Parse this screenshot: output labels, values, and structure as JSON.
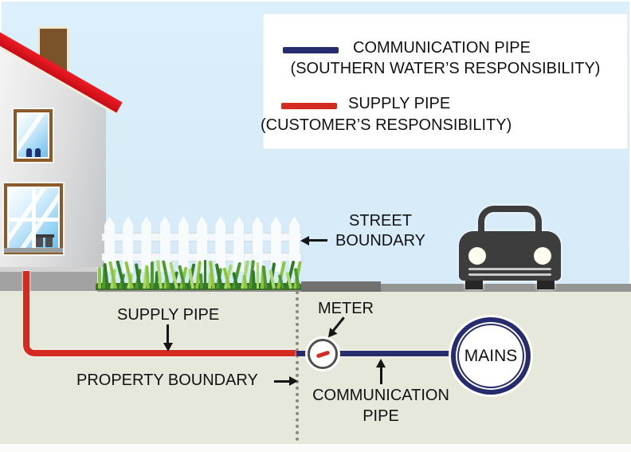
{
  "legend": {
    "items": [
      {
        "id": "communication-pipe",
        "swatch_color": "#272c6f",
        "title": "COMMUNICATION PIPE",
        "subtitle": "(SOUTHERN WATER’S RESPONSIBILITY)"
      },
      {
        "id": "supply-pipe",
        "swatch_color": "#d42a1f",
        "title": "SUPPLY PIPE",
        "subtitle": "(CUSTOMER’S RESPONSIBILITY)"
      }
    ]
  },
  "labels": {
    "street_line1": "STREET",
    "street_line2": "BOUNDARY",
    "supply": "SUPPLY PIPE",
    "property": "PROPERTY BOUNDARY",
    "meter": "METER",
    "comm_line1": "COMMUNICATION",
    "comm_line2": "PIPE",
    "mains": "MAINS"
  },
  "colors": {
    "communication_pipe": "#272c6f",
    "supply_pipe": "#d42a1f",
    "sky": "#d6eaf7",
    "underground": "#e5e8da",
    "roof": "#e01820",
    "car_body": "#3d3d3d",
    "grass_dark": "#2f7d26",
    "grass_mid": "#4d9b2f",
    "grass_light": "#8cc63f"
  }
}
